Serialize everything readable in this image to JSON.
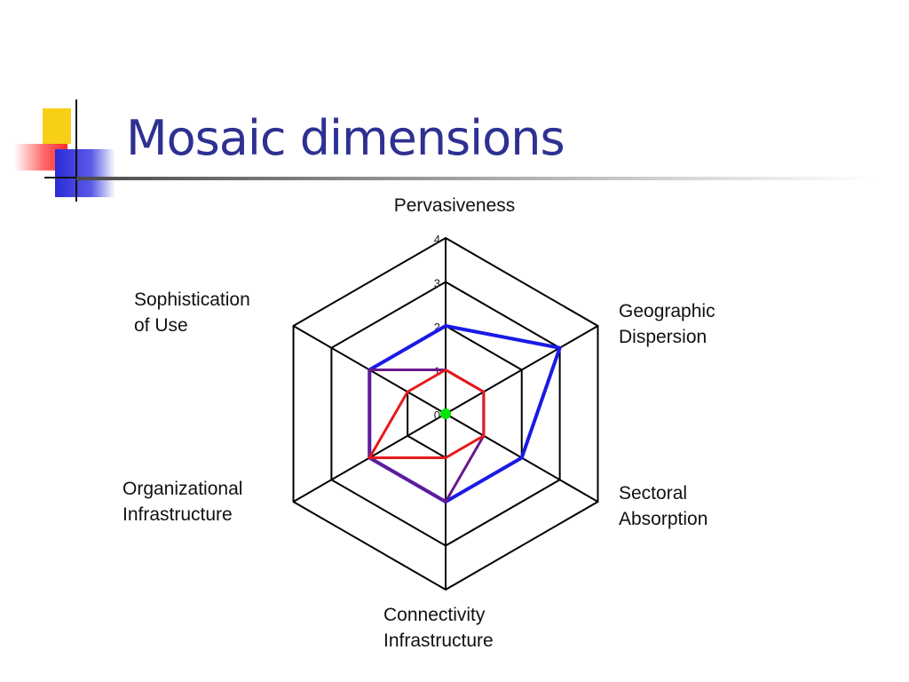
{
  "slide": {
    "title": "Mosaic dimensions"
  },
  "colors": {
    "title": "#2e3192",
    "grid": "#000000",
    "series": [
      "#1a1ae6",
      "#6a1a8c",
      "#e61a1a",
      "#00e600"
    ]
  },
  "chart_data": {
    "type": "radar",
    "axes": [
      [
        "Pervasiveness"
      ],
      [
        "Geographic",
        "Dispersion"
      ],
      [
        "Sectoral",
        "Absorption"
      ],
      [
        "Connectivity",
        "Infrastructure"
      ],
      [
        "Organizational",
        "Infrastructure"
      ],
      [
        "Sophistication",
        "of Use"
      ]
    ],
    "ticks": [
      0,
      1,
      2,
      3,
      4
    ],
    "range": [
      0,
      4
    ],
    "grid": true,
    "legend": "none",
    "series": [
      {
        "values": [
          2,
          3,
          2,
          2,
          2,
          2
        ]
      },
      {
        "values": [
          1,
          1,
          1,
          2,
          2,
          2
        ]
      },
      {
        "values": [
          1,
          1,
          1,
          1,
          2,
          1
        ]
      },
      {
        "values": [
          0,
          0,
          0,
          0,
          0,
          0
        ]
      }
    ]
  }
}
